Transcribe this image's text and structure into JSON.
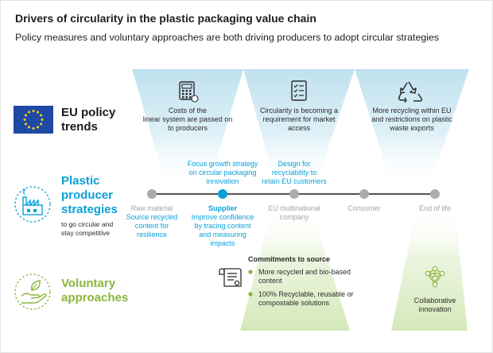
{
  "title": "Drivers of circularity in the plastic packaging value chain",
  "subtitle": "Policy measures and voluntary approaches are both driving producers to adopt circular strategies",
  "eu_row": {
    "label_line1": "EU policy",
    "label_line2": "trends",
    "items": [
      {
        "icon": "calculator-icon",
        "line1": "Costs of the",
        "line2": "linear system are passed on",
        "line3": "to producers"
      },
      {
        "icon": "checklist-icon",
        "line1": "Circularity is becoming a",
        "line2": "requirement for market",
        "line3": "access"
      },
      {
        "icon": "recycle-icon",
        "line1": "More recycling within EU",
        "line2": "and restrictions on plastic",
        "line3": "waste exports"
      }
    ]
  },
  "producer_row": {
    "label_line1": "Plastic",
    "label_line2": "producer",
    "label_line3": "strategies",
    "note_line1": "to go circular and",
    "note_line2": "stay competitive",
    "upper_notes": [
      {
        "line1": "Focus growth strategy",
        "line2": "on circular packaging",
        "line3": "innovation"
      },
      {
        "line1": "Design for",
        "line2": "recyclability to",
        "line3": "retain EU customers"
      }
    ],
    "stages": [
      {
        "name": "Raw material",
        "note_line1": "Source recycled",
        "note_line2": "content for",
        "note_line3": "resilience"
      },
      {
        "name": "Supplier",
        "note_line1": "Improve confidence",
        "note_line2": "by tracing content",
        "note_line3": "and measuring",
        "note_line4": "impacts"
      },
      {
        "name_line1": "EU multinational",
        "name_line2": "company"
      },
      {
        "name": "Consumer"
      },
      {
        "name": "End of life"
      }
    ]
  },
  "voluntary_row": {
    "label_line1": "Voluntary",
    "label_line2": "approaches",
    "commitments": {
      "heading": "Commitments to source",
      "bullet1_line1": "More recycled and bio-based",
      "bullet1_line2": "content",
      "bullet2_line1": "100% Recyclable, reusable or",
      "bullet2_line2": "compostable solutions"
    },
    "collab_line1": "Collaborative",
    "collab_line2": "innovation"
  },
  "colors": {
    "eu_blue": "#1e4aa6",
    "eu_star": "#ffd400",
    "accent_blue": "#0aa0d8",
    "green": "#8ab63a",
    "gray": "#9fa5a8",
    "trapezoid_blue": "#c2e2ef",
    "trapezoid_green": "#dcecc6"
  }
}
